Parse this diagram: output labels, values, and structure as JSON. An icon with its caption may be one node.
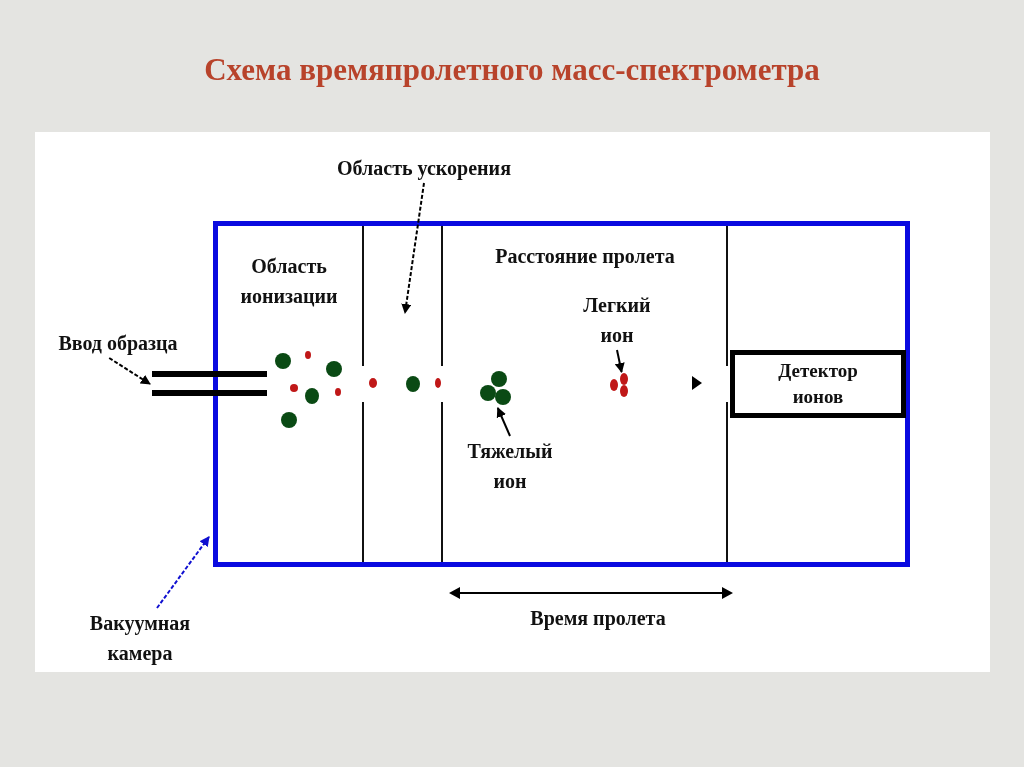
{
  "diagram": {
    "title": "Схема времяпролетного масс-спектрометра",
    "nodes": [
      {
        "text": [],
        "shape": "box"
      },
      {
        "text": [
          "Легкий ион"
        ],
        "in": 0
      },
      {
        "text": [],
        "shape": "circle",
        "in": 0
      },
      {
        "text": [
          "Тяжелый ион"
        ],
        "in": 0
      },
      {
        "text": [],
        "shape": "circle",
        "in": 0
      },
      {
        "text": [
          "Детектор ионов"
        ],
        "in": 0
      },
      {
        "text": [
          "Ввод образца"
        ]
      },
      {
        "text": [],
        "shape": "bar"
      },
      {
        "text": [
          "Область ускорения"
        ]
      },
      {
        "text": [
          "Вакуумная камера"
        ]
      }
    ],
    "edges": [
      {
        "from": 6,
        "to": 7,
        "arrow": "to",
        "style": "dashed"
      },
      {
        "from": 8,
        "to": null,
        "arrow": "to",
        "style": "dashed"
      },
      {
        "from": 1,
        "to": 4,
        "arrow": "to"
      },
      {
        "from": 3,
        "to": 2,
        "arrow": "to"
      },
      {
        "from": 9,
        "to": 0,
        "arrow": "to",
        "style": "dashed",
        "color": "#1010d0"
      }
    ],
    "labels": [
      "Область ионизации",
      "Расстояние пролета",
      "Время пролета"
    ]
  }
}
